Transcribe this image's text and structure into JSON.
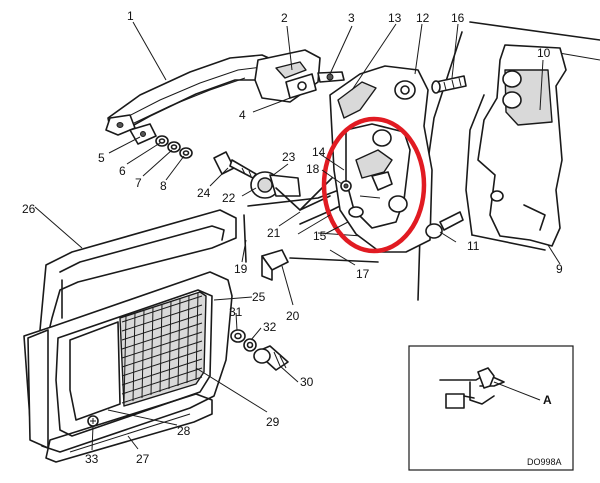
{
  "diagram": {
    "part_labels": [
      "1",
      "2",
      "3",
      "4",
      "5",
      "6",
      "7",
      "8",
      "9",
      "10",
      "11",
      "12",
      "13",
      "14",
      "15",
      "16",
      "17",
      "18",
      "19",
      "20",
      "21",
      "22",
      "23",
      "24",
      "25",
      "26",
      "27",
      "28",
      "29",
      "30",
      "31",
      "32",
      "33"
    ],
    "inset_label": "A",
    "drawing_code": "DO998A",
    "highlight_color": "#e11b22"
  }
}
